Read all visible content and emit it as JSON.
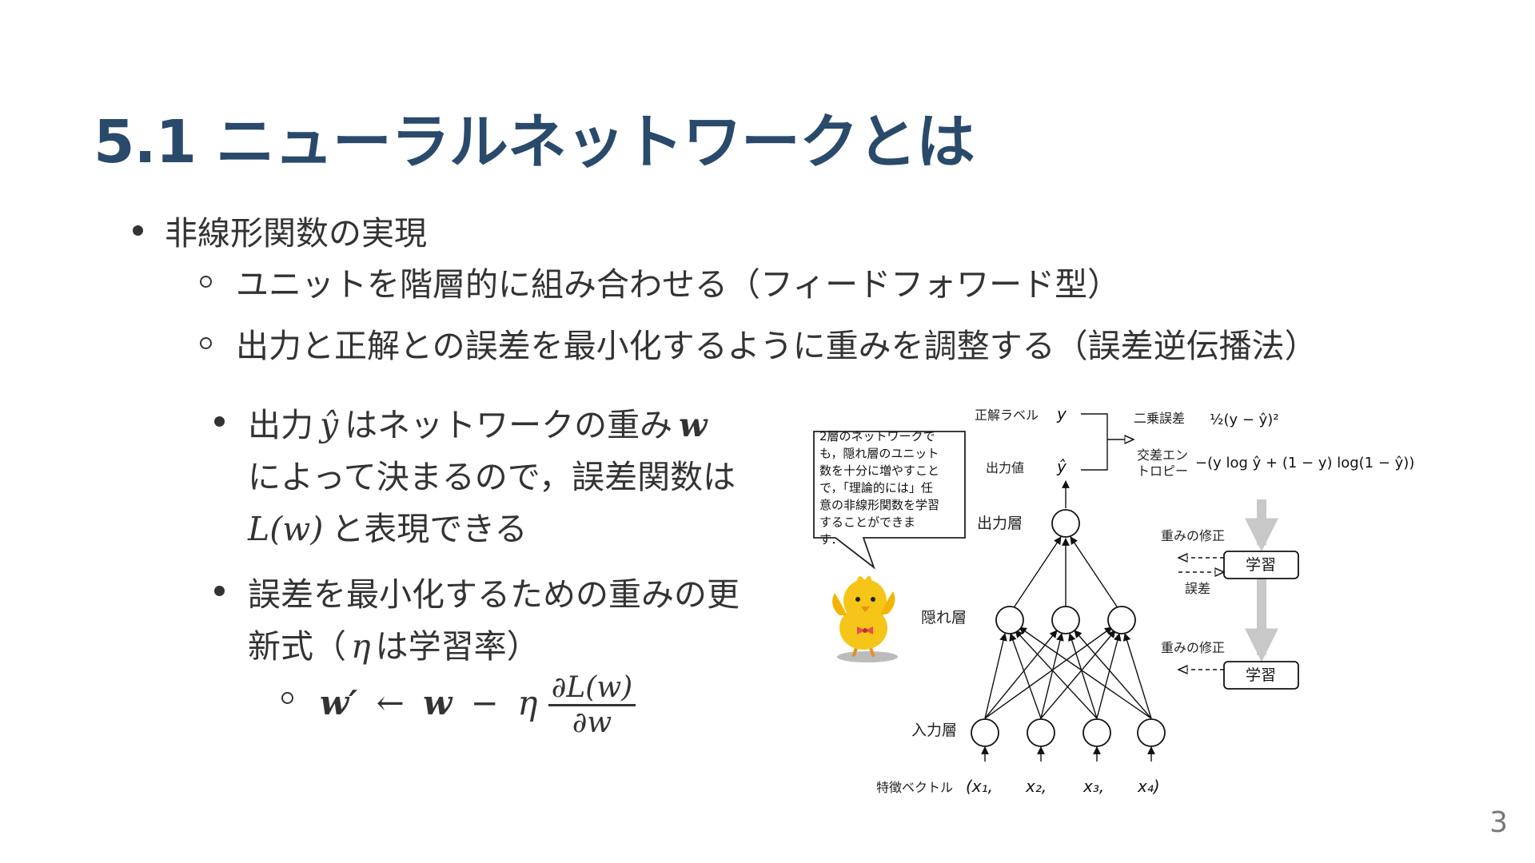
{
  "slide": {
    "title": "5.1 ニューラルネットワークとは",
    "page_number": "3"
  },
  "bullets": {
    "b1": "非線形関数の実現",
    "b1_sub1": "ユニットを階層的に組み合わせる（フィードフォワード型）",
    "b1_sub2": "出力と正解との誤差を最小化するように重みを調整する（誤差逆伝播法）"
  },
  "left_col": {
    "p1_prefix": "出力",
    "p1_yhat": "ŷ",
    "p1_mid": "はネットワークの重み",
    "p1_w": "w",
    "p1_line2": "によって決まるので，誤差関数は",
    "p1_L": "L(w)",
    "p1_suffix": "と表現できる",
    "p2_line1": "誤差を最小化するための重みの更",
    "p2_line2_a": "新式（",
    "p2_eta": "η",
    "p2_line2_b": "は学習率）",
    "formula_lhs": "w′",
    "formula_arrow": "←",
    "formula_w": "w",
    "formula_minus": "−",
    "formula_eta": "η",
    "formula_num": "∂L(w)",
    "formula_den": "∂w"
  },
  "diagram": {
    "speech": [
      "2層のネットワークで",
      "も，隠れ層のユニット",
      "数を十分に増やすこと",
      "で，「理論的には」任",
      "意の非線形関数を学習",
      "することができま",
      "す．"
    ],
    "label_correct": "正解ラベル",
    "var_y": "y",
    "label_output_value": "出力値",
    "var_yhat": "ŷ",
    "label_squared_error": "二乗誤差",
    "squared_error_formula": "½(y − ŷ)²",
    "label_cross_entropy_1": "交差エン",
    "label_cross_entropy_2": "トロピー",
    "cross_entropy_formula": "−(y log ŷ + (1 − y) log(1 − ŷ))",
    "label_output_layer": "出力層",
    "label_hidden_layer": "隠れ層",
    "label_input_layer": "入力層",
    "label_feature_vector": "特徴ベクトル",
    "x_labels": [
      "(x₁,",
      "x₂,",
      "x₃,",
      "x₄)"
    ],
    "label_weight_fix_1": "重みの修正",
    "label_error": "誤差",
    "label_weight_fix_2": "重みの修正",
    "learn_box_1": "学習",
    "learn_box_2": "学習"
  },
  "colors": {
    "title": "#2a4a6c",
    "text": "#333333",
    "gray_arrow": "#c8c8c8",
    "chick_body": "#f5c518",
    "chick_beak": "#f08a1e"
  }
}
